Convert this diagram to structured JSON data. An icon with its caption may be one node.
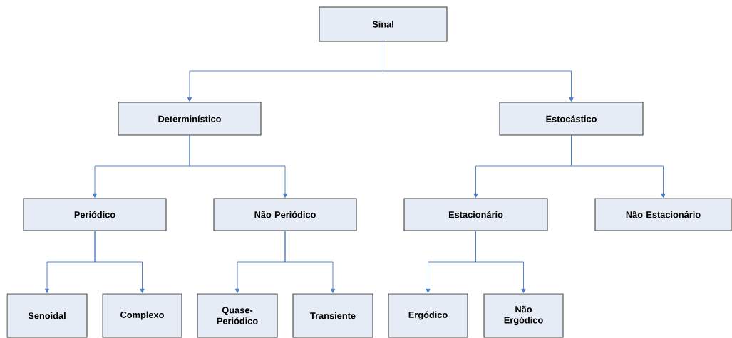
{
  "diagram": {
    "nodes": [
      {
        "text": [
          "Sinal"
        ]
      },
      {
        "text": [
          "Determinístico"
        ]
      },
      {
        "text": [
          "Estocástico"
        ]
      },
      {
        "text": [
          "Periódico"
        ]
      },
      {
        "text": [
          "Não Periódico"
        ]
      },
      {
        "text": [
          "Estacionário"
        ]
      },
      {
        "text": [
          "Não Estacionário"
        ]
      },
      {
        "text": [
          "Senoidal"
        ]
      },
      {
        "text": [
          "Complexo"
        ]
      },
      {
        "text": [
          "Quase-Periódico"
        ]
      },
      {
        "text": [
          "Transiente"
        ]
      },
      {
        "text": [
          "Ergódico"
        ]
      },
      {
        "text": [
          "Não Ergódico"
        ]
      }
    ],
    "edges": [
      {
        "from": 0,
        "to": 1,
        "arrow": "to"
      },
      {
        "from": 0,
        "to": 2,
        "arrow": "to"
      },
      {
        "from": 1,
        "to": 3,
        "arrow": "to"
      },
      {
        "from": 1,
        "to": 4,
        "arrow": "to"
      },
      {
        "from": 2,
        "to": 5,
        "arrow": "to"
      },
      {
        "from": 2,
        "to": 6,
        "arrow": "to"
      },
      {
        "from": 3,
        "to": 7,
        "arrow": "to"
      },
      {
        "from": 3,
        "to": 8,
        "arrow": "to"
      },
      {
        "from": 4,
        "to": 9,
        "arrow": "to"
      },
      {
        "from": 4,
        "to": 10,
        "arrow": "to"
      },
      {
        "from": 5,
        "to": 11,
        "arrow": "to"
      },
      {
        "from": 5,
        "to": 12,
        "arrow": "to"
      }
    ]
  }
}
